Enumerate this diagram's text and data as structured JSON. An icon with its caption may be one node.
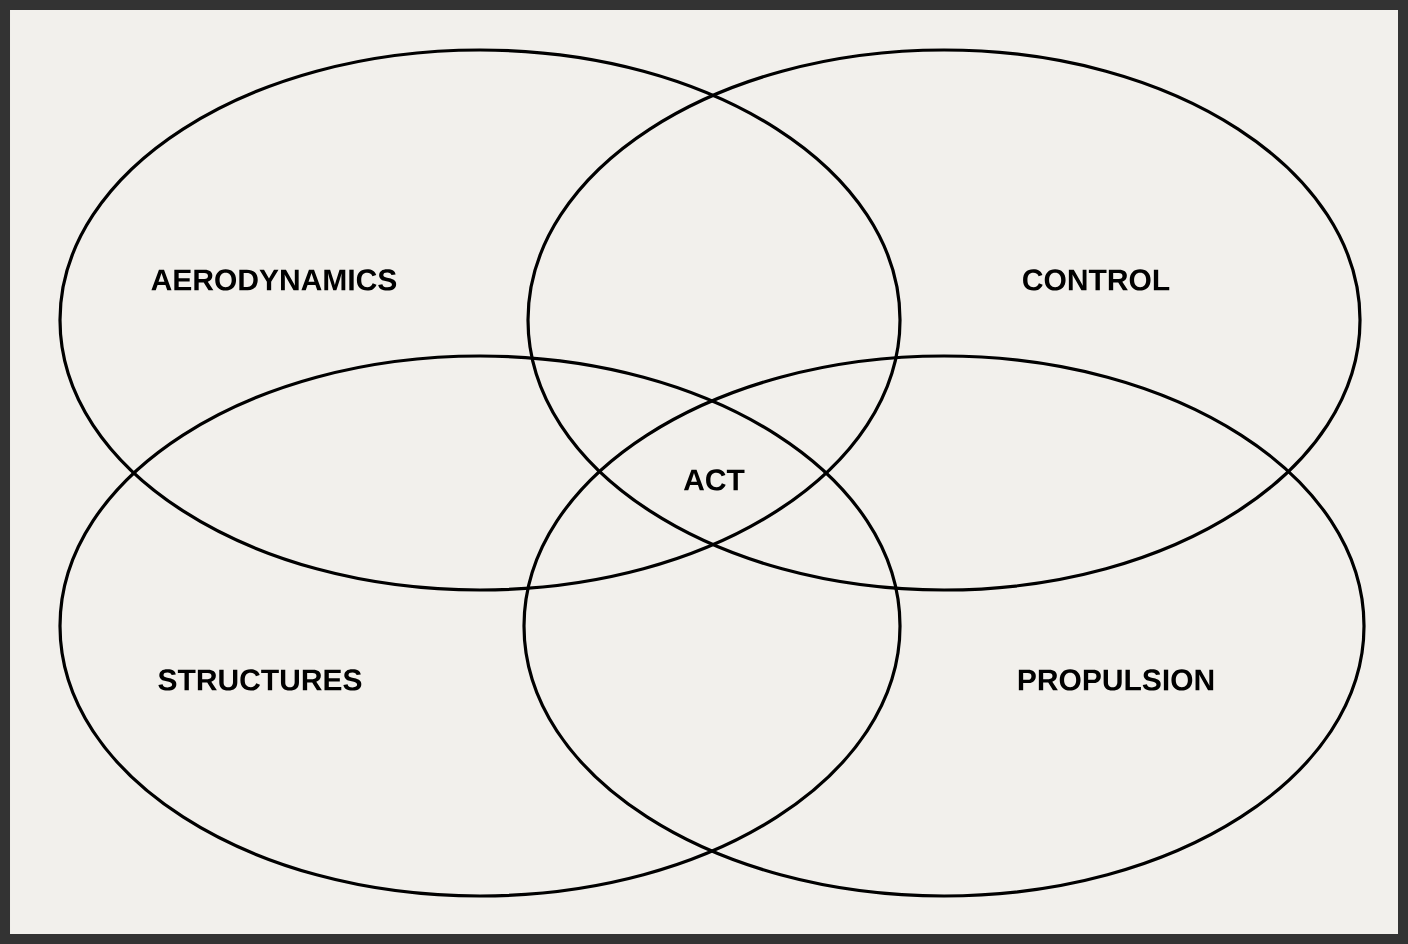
{
  "diagram": {
    "nodes": [
      {
        "text": [
          "AERODYNAMICS"
        ]
      },
      {
        "text": [
          "CONTROL"
        ]
      },
      {
        "text": [
          "STRUCTURES"
        ]
      },
      {
        "text": [
          "PROPULSION"
        ]
      }
    ],
    "labels": [
      "ACT"
    ]
  }
}
